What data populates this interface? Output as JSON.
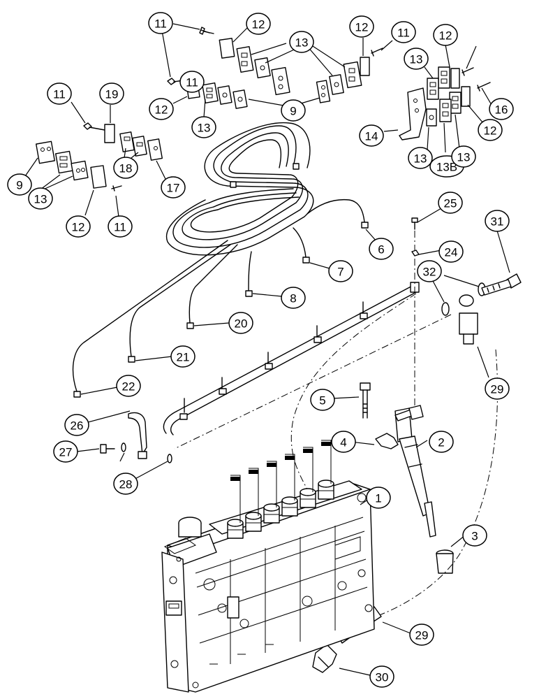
{
  "diagram": {
    "callouts": [
      {
        "id": "c11a",
        "label": "11"
      },
      {
        "id": "c12a",
        "label": "12"
      },
      {
        "id": "c13a",
        "label": "13"
      },
      {
        "id": "c12b",
        "label": "12"
      },
      {
        "id": "c11b",
        "label": "11"
      },
      {
        "id": "c12c",
        "label": "12"
      },
      {
        "id": "c11c",
        "label": "11"
      },
      {
        "id": "c12d",
        "label": "12"
      },
      {
        "id": "c13b",
        "label": "13"
      },
      {
        "id": "c9a",
        "label": "9"
      },
      {
        "id": "c11d",
        "label": "11"
      },
      {
        "id": "c19",
        "label": "19"
      },
      {
        "id": "c13c",
        "label": "13"
      },
      {
        "id": "c16",
        "label": "16"
      },
      {
        "id": "c14",
        "label": "14"
      },
      {
        "id": "c13d",
        "label": "13"
      },
      {
        "id": "c13B",
        "label": "13B"
      },
      {
        "id": "c13e",
        "label": "13"
      },
      {
        "id": "c12e",
        "label": "12"
      },
      {
        "id": "c9b",
        "label": "9"
      },
      {
        "id": "c18",
        "label": "18"
      },
      {
        "id": "c17",
        "label": "17"
      },
      {
        "id": "c13f",
        "label": "13"
      },
      {
        "id": "c12f",
        "label": "12"
      },
      {
        "id": "c11e",
        "label": "11"
      },
      {
        "id": "c25",
        "label": "25"
      },
      {
        "id": "c31",
        "label": "31"
      },
      {
        "id": "c6",
        "label": "6"
      },
      {
        "id": "c24",
        "label": "24"
      },
      {
        "id": "c7",
        "label": "7"
      },
      {
        "id": "c32",
        "label": "32"
      },
      {
        "id": "c8",
        "label": "8"
      },
      {
        "id": "c20",
        "label": "20"
      },
      {
        "id": "c21",
        "label": "21"
      },
      {
        "id": "c29a",
        "label": "29"
      },
      {
        "id": "c22",
        "label": "22"
      },
      {
        "id": "c5",
        "label": "5"
      },
      {
        "id": "c26",
        "label": "26"
      },
      {
        "id": "c4",
        "label": "4"
      },
      {
        "id": "c2",
        "label": "2"
      },
      {
        "id": "c27",
        "label": "27"
      },
      {
        "id": "c28",
        "label": "28"
      },
      {
        "id": "c1",
        "label": "1"
      },
      {
        "id": "c3",
        "label": "3"
      },
      {
        "id": "c29b",
        "label": "29"
      },
      {
        "id": "c30",
        "label": "30"
      }
    ]
  }
}
